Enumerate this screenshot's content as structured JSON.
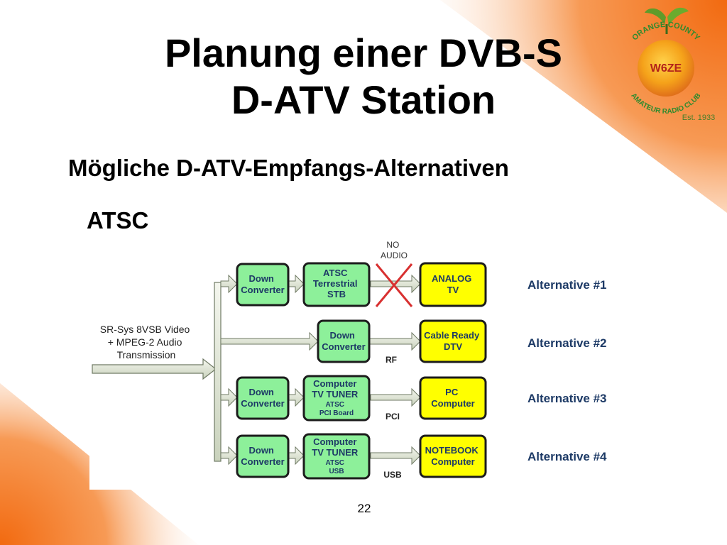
{
  "slide": {
    "title_line1": "Planung einer DVB-S",
    "title_line2": "D-ATV Station",
    "subtitle": "Mögliche D-ATV-Empfangs-Alternativen",
    "section": "ATSC",
    "page_number": "22"
  },
  "logo": {
    "top_text": "ORANGE COUNTY",
    "bottom_text": "AMATEUR RADIO CLUB",
    "callsign": "W6ZE",
    "est": "Est. 1933"
  },
  "diagram": {
    "source_label": [
      "SR-Sys 8VSB Video",
      "+ MPEG-2 Audio",
      "Transmission"
    ],
    "no_audio": [
      "NO",
      "AUDIO"
    ],
    "colors": {
      "green_box": "#8df09a",
      "yellow_box": "#ffff00",
      "arrow": "#dfe6d3",
      "cross": "#d83030"
    },
    "rows": [
      {
        "boxes": [
          [
            "Down",
            "Converter"
          ],
          [
            "ATSC",
            "Terrestrial",
            "STB"
          ]
        ],
        "target": [
          "ANALOG",
          "TV"
        ],
        "connector": "",
        "alternative": "Alternative #1"
      },
      {
        "boxes": [
          [
            "Down",
            "Converter"
          ]
        ],
        "target": [
          "Cable Ready",
          "DTV"
        ],
        "connector": "RF",
        "alternative": "Alternative #2"
      },
      {
        "boxes": [
          [
            "Down",
            "Converter"
          ],
          [
            "Computer",
            "TV TUNER",
            "ATSC",
            "PCI Board"
          ]
        ],
        "target": [
          "PC",
          "Computer"
        ],
        "connector": "PCI",
        "alternative": "Alternative #3"
      },
      {
        "boxes": [
          [
            "Down",
            "Converter"
          ],
          [
            "Computer",
            "TV TUNER",
            "ATSC",
            "USB"
          ]
        ],
        "target": [
          "NOTEBOOK",
          "Computer"
        ],
        "connector": "USB",
        "alternative": "Alternative #4"
      }
    ]
  }
}
